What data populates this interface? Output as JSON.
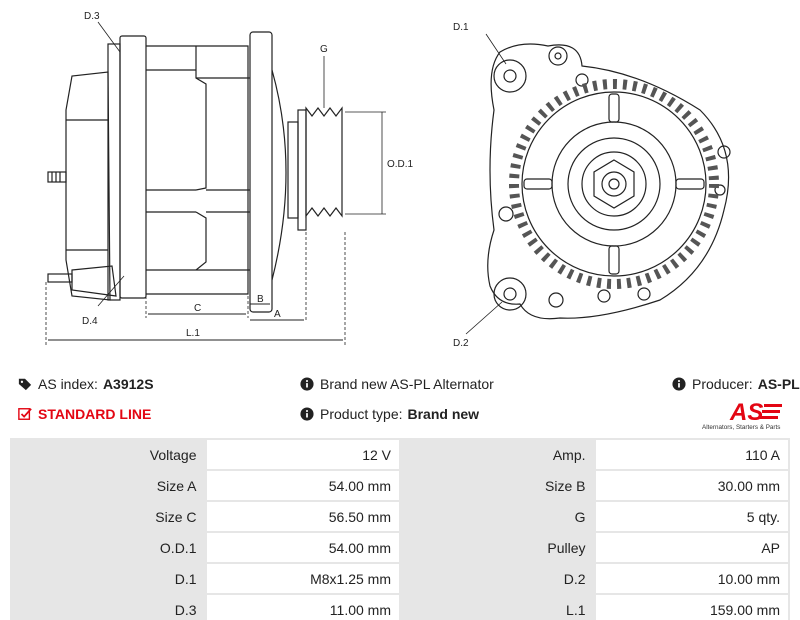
{
  "drawing": {
    "labels": {
      "d3": "D.3",
      "g": "G",
      "od1": "O.D.1",
      "d4": "D.4",
      "c": "C",
      "b": "B",
      "a": "A",
      "l1": "L.1",
      "d1": "D.1",
      "d2": "D.2"
    }
  },
  "info": {
    "as_index_label": "AS index:",
    "as_index_value": "A3912S",
    "description": "Brand new AS-PL Alternator",
    "producer_label": "Producer:",
    "producer_value": "AS-PL",
    "line_label": "STANDARD LINE",
    "product_type_label": "Product type:",
    "product_type_value": "Brand new"
  },
  "logo": {
    "mark": "AS",
    "tagline": "Alternators, Starters & Parts"
  },
  "colors": {
    "accent": "#e30613",
    "table_label_bg": "#e6e6e6",
    "text": "#222222"
  },
  "specs": [
    [
      "Voltage",
      "12 V",
      "Amp.",
      "110 A"
    ],
    [
      "Size A",
      "54.00 mm",
      "Size B",
      "30.00 mm"
    ],
    [
      "Size C",
      "56.50 mm",
      "G",
      "5 qty."
    ],
    [
      "O.D.1",
      "54.00 mm",
      "Pulley",
      "AP"
    ],
    [
      "D.1",
      "M8x1.25 mm",
      "D.2",
      "10.00 mm"
    ],
    [
      "D.3",
      "11.00 mm",
      "L.1",
      "159.00 mm"
    ]
  ]
}
